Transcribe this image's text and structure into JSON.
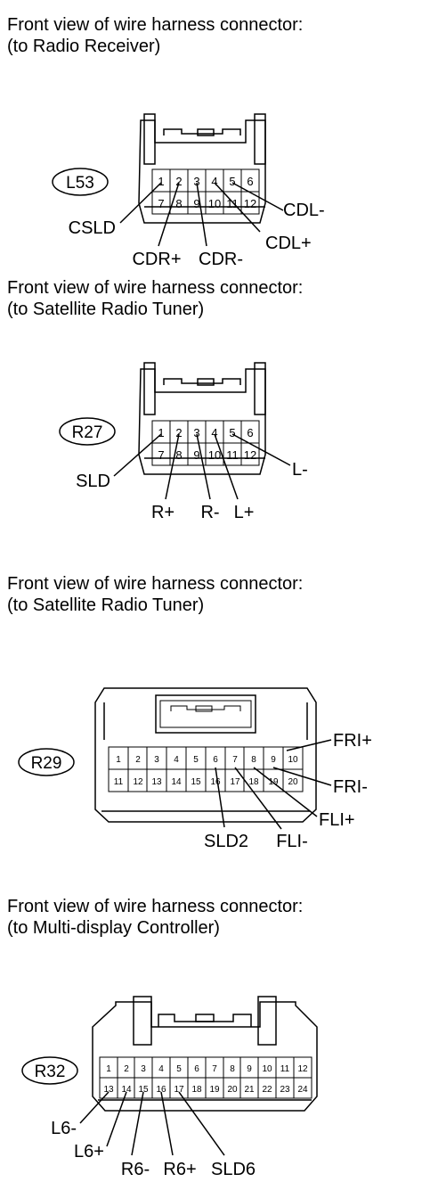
{
  "sections": [
    {
      "title_line1": "Front view of wire harness connector:",
      "title_line2": "(to Radio Receiver)",
      "connector_id": "L53",
      "pins_top": [
        "1",
        "2",
        "3",
        "4",
        "5",
        "6"
      ],
      "pins_bottom": [
        "7",
        "8",
        "9",
        "10",
        "11",
        "12"
      ],
      "signals": [
        "CSLD",
        "CDR+",
        "CDR-",
        "CDL+",
        "CDL-"
      ]
    },
    {
      "title_line1": "Front view of wire harness connector:",
      "title_line2": "(to Satellite Radio Tuner)",
      "connector_id": "R27",
      "pins_top": [
        "1",
        "2",
        "3",
        "4",
        "5",
        "6"
      ],
      "pins_bottom": [
        "7",
        "8",
        "9",
        "10",
        "11",
        "12"
      ],
      "signals": [
        "SLD",
        "R+",
        "R-",
        "L+",
        "L-"
      ]
    },
    {
      "title_line1": "Front view of wire harness connector:",
      "title_line2": "(to Satellite Radio Tuner)",
      "connector_id": "R29",
      "pins_top": [
        "1",
        "2",
        "3",
        "4",
        "5",
        "6",
        "7",
        "8",
        "9",
        "10"
      ],
      "pins_bottom": [
        "11",
        "12",
        "13",
        "14",
        "15",
        "16",
        "17",
        "18",
        "19",
        "20"
      ],
      "signals": [
        "FRI+",
        "FRI-",
        "FLI+",
        "SLD2",
        "FLI-"
      ]
    },
    {
      "title_line1": "Front view of wire harness connector:",
      "title_line2": "(to Multi-display Controller)",
      "connector_id": "R32",
      "pins_top": [
        "1",
        "2",
        "3",
        "4",
        "5",
        "6",
        "7",
        "8",
        "9",
        "10",
        "11",
        "12"
      ],
      "pins_bottom": [
        "13",
        "14",
        "15",
        "16",
        "17",
        "18",
        "19",
        "20",
        "21",
        "22",
        "23",
        "24"
      ],
      "signals": [
        "L6-",
        "L6+",
        "R6-",
        "R6+",
        "SLD6"
      ]
    }
  ]
}
